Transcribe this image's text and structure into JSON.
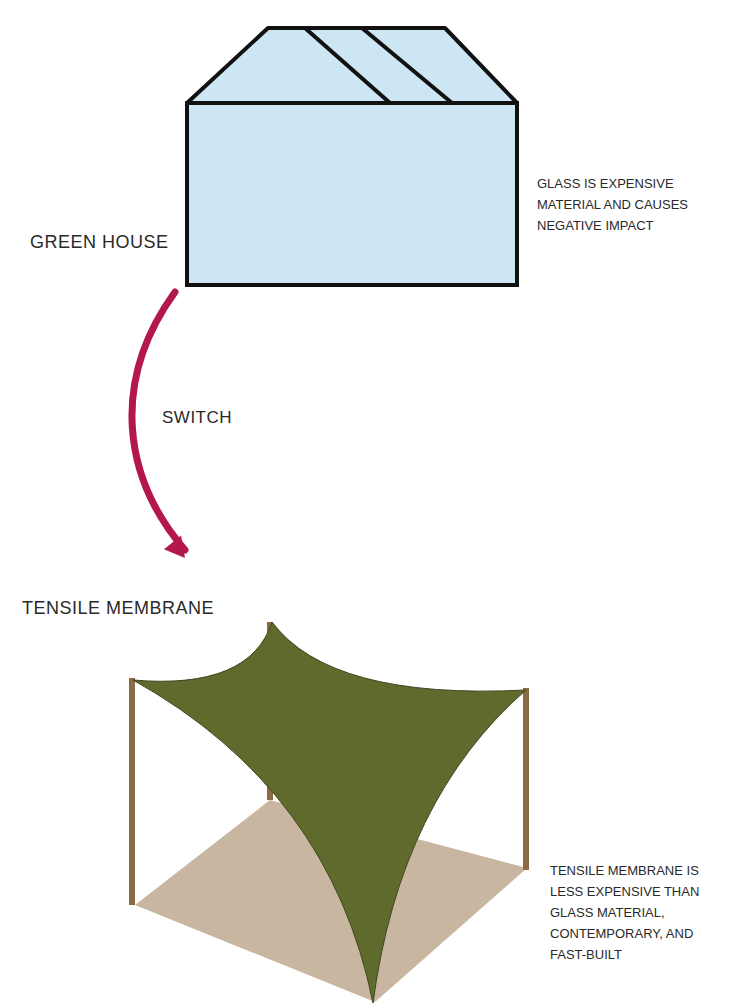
{
  "diagram": {
    "nodes": [
      {
        "text": [
          "GREEN HOUSE",
          "GLASS IS EXPENSIVE MATERIAL AND CAUSES NEGATIVE IMPACT"
        ]
      },
      {
        "text": [
          "TENSILE MEMBRANE",
          "TENSILE MEMBRANE IS LESS EXPENSIVE THAN GLASS MATERIAL, CONTEMPORARY, AND FAST-BUILT"
        ]
      }
    ],
    "edges": [
      {
        "from": 0,
        "to": 1,
        "arrow": "to",
        "label": "SWITCH"
      }
    ]
  }
}
